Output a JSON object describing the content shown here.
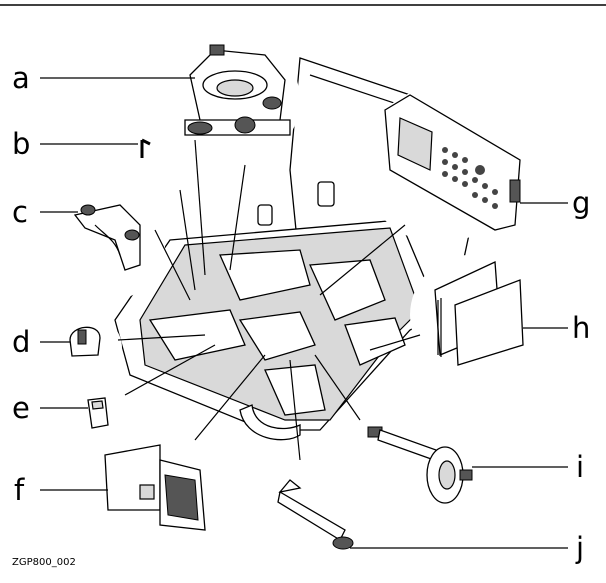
{
  "labels": {
    "a": "a",
    "b": "b",
    "c": "c",
    "d": "d",
    "e": "e",
    "f": "f",
    "g": "g",
    "h": "h",
    "i": "i",
    "j": "j"
  },
  "figure_code": "ZGP800_002"
}
